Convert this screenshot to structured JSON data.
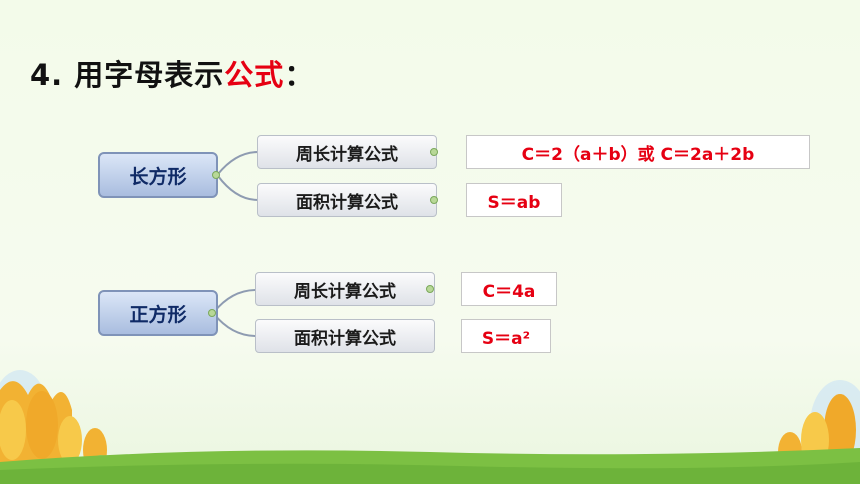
{
  "page": {
    "title_prefix": "4. 用字母表示",
    "title_highlight": "公式",
    "title_suffix": "："
  },
  "rectangle": {
    "root_label": "长方形",
    "perimeter_label": "周长计算公式",
    "perimeter_formula": "C＝2（a＋b）或 C＝2a＋2b",
    "area_label": "面积计算公式",
    "area_formula": "S＝ab"
  },
  "square": {
    "root_label": "正方形",
    "perimeter_label": "周长计算公式",
    "perimeter_formula": "C＝4a",
    "area_label": "面积计算公式",
    "area_formula": "S＝a²"
  },
  "colors": {
    "highlight": "#e60012",
    "root_fill": "#a9bddf",
    "connector": "#8e9bb1",
    "grass": "#7cc043"
  },
  "decor": {
    "background_scene": "trees-and-grass"
  }
}
